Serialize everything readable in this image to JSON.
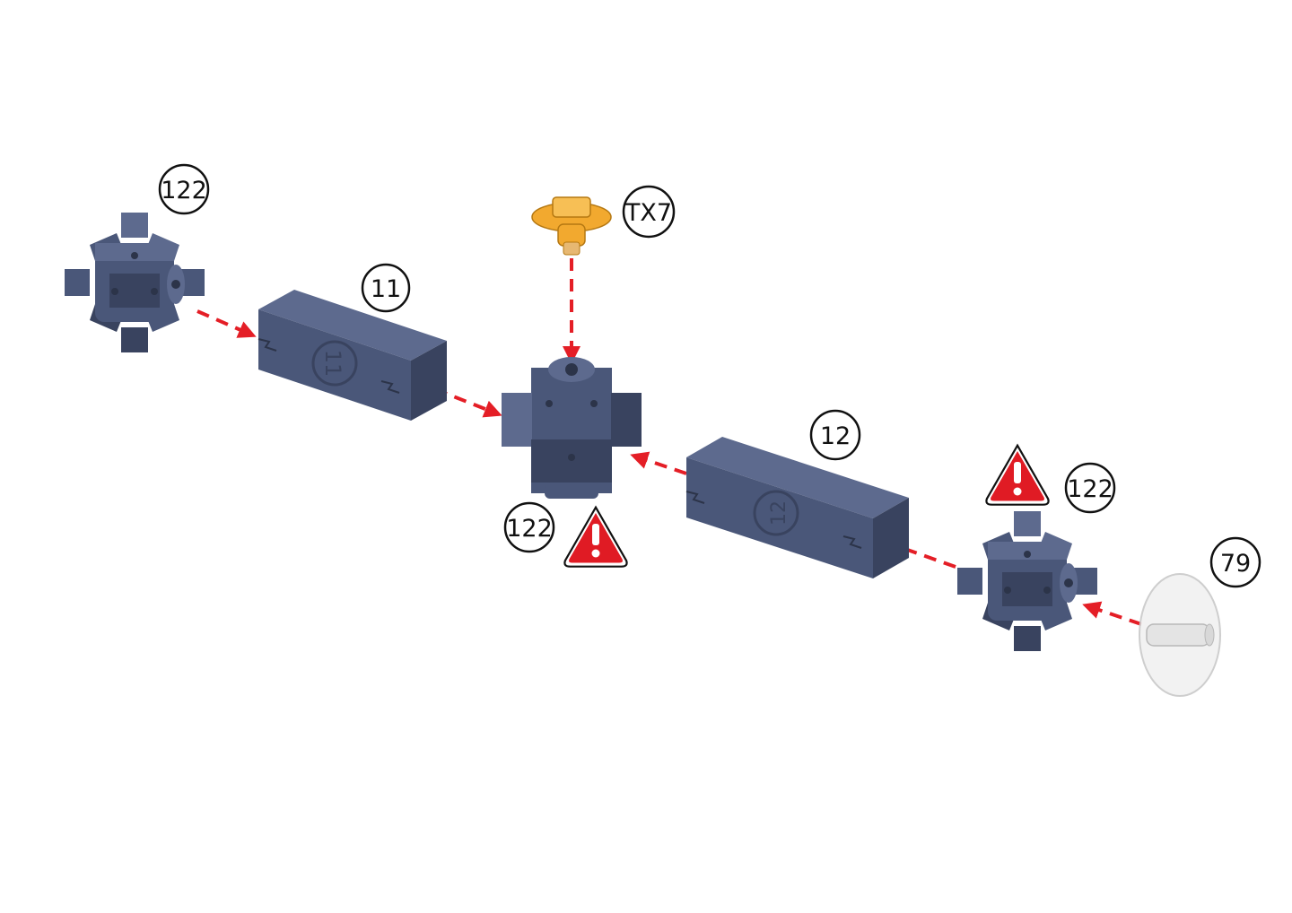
{
  "parts": [
    {
      "id": "connector-left",
      "label": "122"
    },
    {
      "id": "beam-11",
      "label": "11"
    },
    {
      "id": "clip-tx7",
      "label": "TX7"
    },
    {
      "id": "connector-center",
      "label": "122"
    },
    {
      "id": "beam-12",
      "label": "12"
    },
    {
      "id": "connector-right",
      "label": "122"
    },
    {
      "id": "wheel-79",
      "label": "79"
    }
  ],
  "beam_marks": {
    "beam_11": "11",
    "beam_12": "12"
  },
  "warnings": [
    {
      "id": "center-connector",
      "symbol": "!"
    },
    {
      "id": "right-connector",
      "symbol": "!"
    }
  ],
  "colors": {
    "part_blue": "#4a5779",
    "part_blue_light": "#5d6a8e",
    "part_blue_dark": "#39435f",
    "clip_orange": "#f2a92f",
    "arrow_red": "#e41e26",
    "warning_red": "#e01b24"
  }
}
